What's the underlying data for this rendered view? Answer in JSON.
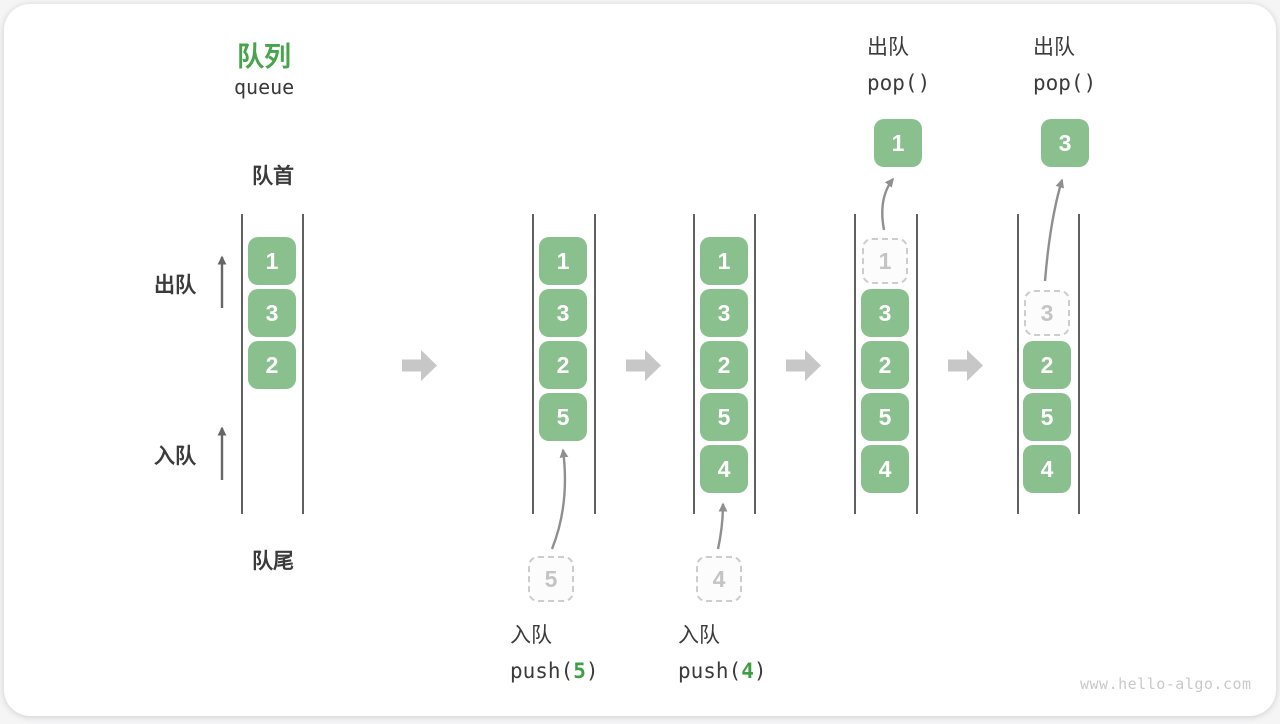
{
  "title": {
    "zh": "队列",
    "en": "queue"
  },
  "labels": {
    "front": "队首",
    "rear": "队尾",
    "dequeue_side": "出队",
    "enqueue_side": "入队"
  },
  "operations": {
    "push5": {
      "label": "入队",
      "code_before": "push(",
      "arg": "5",
      "code_after": ")"
    },
    "push4": {
      "label": "入队",
      "code_before": "push(",
      "arg": "4",
      "code_after": ")"
    },
    "pop1": {
      "label": "出队",
      "code": "pop()"
    },
    "pop3": {
      "label": "出队",
      "code": "pop()"
    }
  },
  "stages": [
    {
      "name": "initial",
      "cells": [
        {
          "value": "1"
        },
        {
          "value": "3"
        },
        {
          "value": "2"
        }
      ]
    },
    {
      "name": "after-push-5",
      "cells": [
        {
          "value": "1"
        },
        {
          "value": "3"
        },
        {
          "value": "2"
        },
        {
          "value": "5"
        }
      ],
      "incoming": "5"
    },
    {
      "name": "after-push-4",
      "cells": [
        {
          "value": "1"
        },
        {
          "value": "3"
        },
        {
          "value": "2"
        },
        {
          "value": "5"
        },
        {
          "value": "4"
        }
      ],
      "incoming": "4"
    },
    {
      "name": "after-pop-1",
      "cells": [
        {
          "value": "1",
          "ghost": true
        },
        {
          "value": "3"
        },
        {
          "value": "2"
        },
        {
          "value": "5"
        },
        {
          "value": "4"
        }
      ],
      "popped": "1"
    },
    {
      "name": "after-pop-3",
      "cells": [
        {
          "value": "3",
          "ghost": true
        },
        {
          "value": "2"
        },
        {
          "value": "5"
        },
        {
          "value": "4"
        }
      ],
      "popped": "3"
    }
  ],
  "colors": {
    "box_green": "#8abf8e",
    "accent_green": "#47a34c",
    "arg_green": "#3e9e44",
    "ghost_gray": "#c4c4c4",
    "curve_arrow_gray": "#8f8f8f",
    "flow_arrow_gray": "#c7c7c7",
    "text_dark": "#3b3b3b"
  },
  "watermark": "www.hello-algo.com"
}
